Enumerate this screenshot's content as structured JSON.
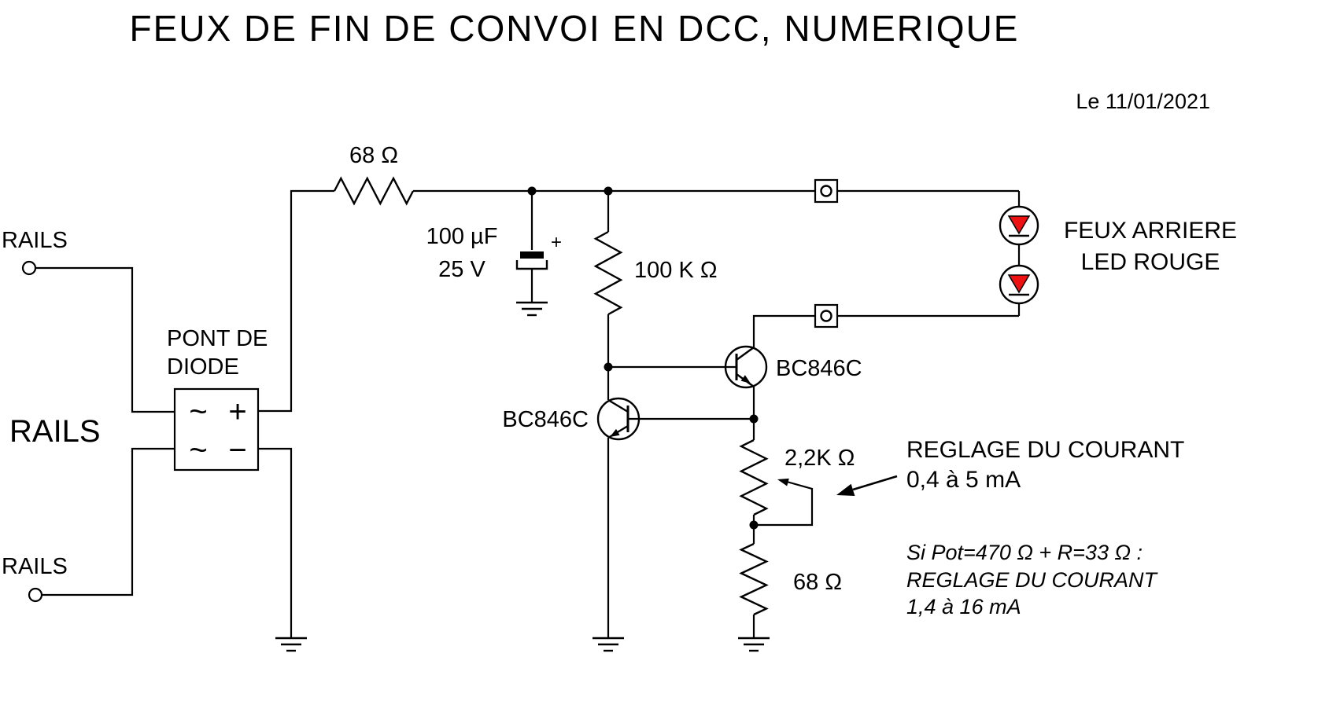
{
  "title": "FEUX DE FIN DE CONVOI EN DCC, NUMERIQUE",
  "date": "Le 11/01/2021",
  "left": {
    "rails_top": "RAILS",
    "rails_main": "RAILS",
    "rails_bottom": "RAILS"
  },
  "bridge": {
    "label1": "PONT DE",
    "label2": "DIODE",
    "ac_top": "~",
    "ac_bottom": "~",
    "plus": "+",
    "minus": "−"
  },
  "components": {
    "r_series": "68 Ω",
    "cap_value": "100 µF",
    "cap_voltage": "25 V",
    "cap_plus": "+",
    "r_bias": "100 K Ω",
    "q_left": "BC846C",
    "q_right": "BC846C",
    "pot": "2,2K Ω",
    "r_sense": "68 Ω"
  },
  "led": {
    "line1": "FEUX ARRIERE",
    "line2": "LED ROUGE"
  },
  "annotations": {
    "reglage1": "REGLAGE DU COURANT",
    "reglage2": "0,4 à 5 mA",
    "note1": "Si Pot=470 Ω + R=33 Ω :",
    "note2": "REGLAGE DU COURANT",
    "note3": "1,4 à 16 mA"
  },
  "colors": {
    "line": "#000000",
    "led_red": "#ee1111",
    "background": "#ffffff"
  }
}
